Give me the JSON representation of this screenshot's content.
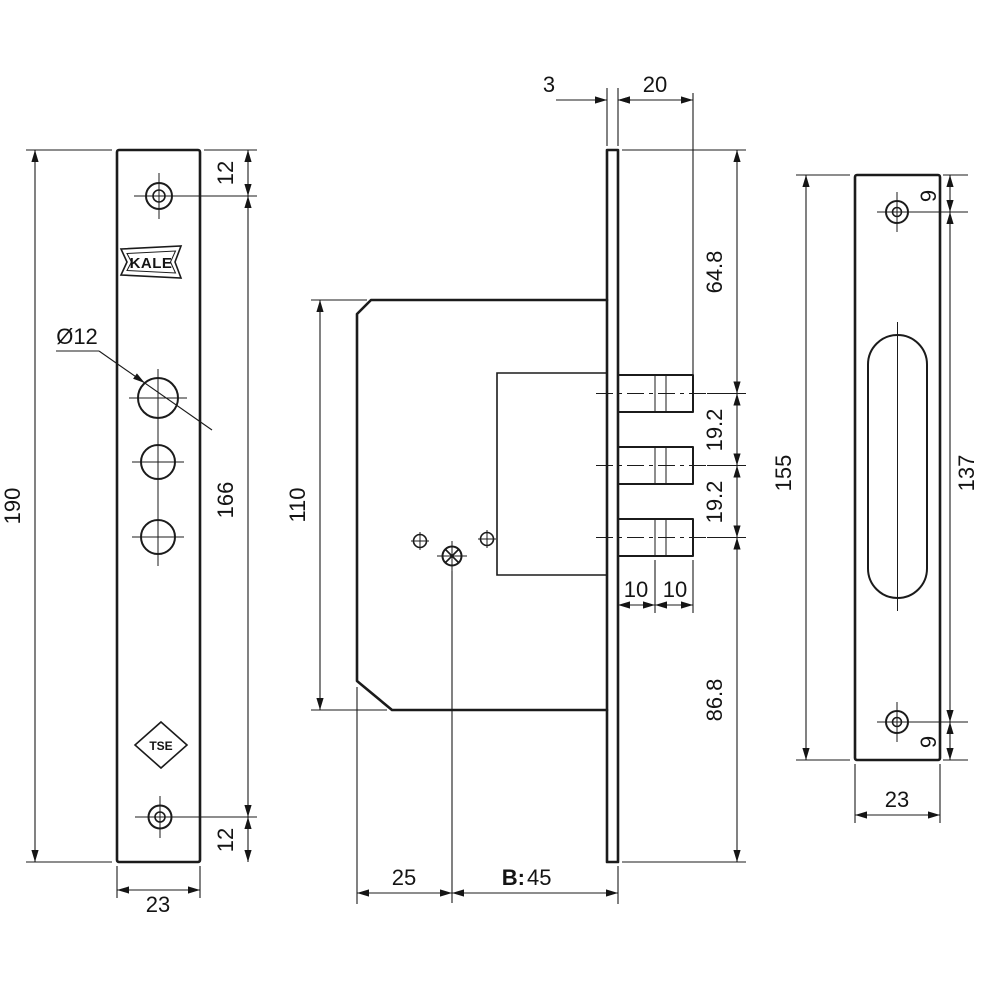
{
  "left_view": {
    "height": "190",
    "top_offset": "12",
    "hole_span": "166",
    "bottom_offset": "12",
    "width": "23",
    "hole_diameter": "Ø12",
    "brand": "KALE",
    "cert": "TSE"
  },
  "middle_view": {
    "body_height": "110",
    "face_thickness": "3",
    "bolt_throw": "20",
    "top_to_first_bolt": "64.8",
    "bolt_pitch_a": "19.2",
    "bolt_pitch_b": "19.2",
    "throw_split_a": "10",
    "throw_split_b": "10",
    "bottom_span": "86.8",
    "edge_to_center": "25",
    "backset_prefix": "B:",
    "backset_value": "45"
  },
  "right_view": {
    "height": "155",
    "hole_span": "137",
    "top_offset": "9",
    "bottom_offset": "9",
    "width": "23"
  }
}
